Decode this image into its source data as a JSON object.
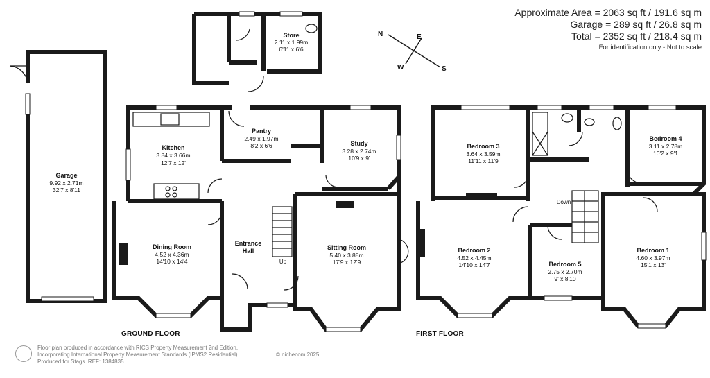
{
  "area": {
    "line1": "Approximate Area = 2063 sq ft / 191.6 sq m",
    "line2": "Garage = 289 sq ft / 26.8 sq m",
    "line3": "Total = 2352 sq ft / 218.4 sq m",
    "note": "For identification only - Not to scale"
  },
  "compass": {
    "n": "N",
    "e": "E",
    "s": "S",
    "w": "W"
  },
  "floors": {
    "ground": "GROUND FLOOR",
    "first": "FIRST FLOOR"
  },
  "rooms": {
    "garage": {
      "name": "Garage",
      "metric": "9.92 x 2.71m",
      "imperial": "32'7 x 8'11"
    },
    "store": {
      "name": "Store",
      "metric": "2.11 x 1.99m",
      "imperial": "6'11 x 6'6"
    },
    "kitchen": {
      "name": "Kitchen",
      "metric": "3.84 x 3.66m",
      "imperial": "12'7 x 12'"
    },
    "pantry": {
      "name": "Pantry",
      "metric": "2.49 x 1.97m",
      "imperial": "8'2 x 6'6"
    },
    "study": {
      "name": "Study",
      "metric": "3.28 x 2.74m",
      "imperial": "10'9 x 9'"
    },
    "dining": {
      "name": "Dining Room",
      "metric": "4.52 x 4.36m",
      "imperial": "14'10 x 14'4"
    },
    "hall": {
      "name1": "Entrance",
      "name2": "Hall"
    },
    "sitting": {
      "name": "Sitting Room",
      "metric": "5.40 x 3.88m",
      "imperial": "17'9 x 12'9"
    },
    "bed3": {
      "name": "Bedroom 3",
      "metric": "3.64 x 3.59m",
      "imperial": "11'11 x 11'9"
    },
    "bed4": {
      "name": "Bedroom 4",
      "metric": "3.11 x 2.78m",
      "imperial": "10'2 x 9'1"
    },
    "bed2": {
      "name": "Bedroom 2",
      "metric": "4.52 x 4.45m",
      "imperial": "14'10 x 14'7"
    },
    "bed5": {
      "name": "Bedroom 5",
      "metric": "2.75 x 2.70m",
      "imperial": "9' x 8'10"
    },
    "bed1": {
      "name": "Bedroom 1",
      "metric": "4.60 x 3.97m",
      "imperial": "15'1 x 13'"
    }
  },
  "stairs": {
    "up": "Up",
    "down": "Down"
  },
  "footer": {
    "line1": "Floor plan produced in accordance with RICS Property Measurement 2nd Edition,",
    "line2": "Incorporating International Property Measurement Standards (IPMS2 Residential).",
    "line3": "Produced for Stags.   REF: 1384835",
    "copyright": "© nichecom 2025."
  }
}
